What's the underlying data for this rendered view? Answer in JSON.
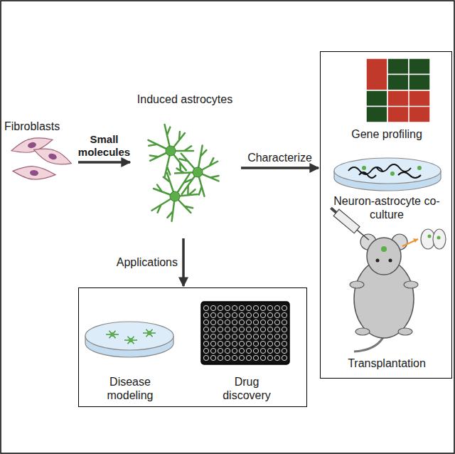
{
  "diagram": {
    "nodes": [
      {
        "text": [
          "Fibroblasts"
        ]
      },
      {
        "text": [
          "Induced astrocytes"
        ]
      },
      {
        "text": [
          "Gene profiling",
          "Neuron-astrocyte co-culture",
          "Transplantation"
        ]
      },
      {
        "text": [
          "Disease modeling",
          "Drug discovery"
        ]
      }
    ],
    "edges": [
      {
        "from": 0,
        "to": 1,
        "label": "Small molecules",
        "arrow": "to"
      },
      {
        "from": 1,
        "to": 2,
        "label": "Characterize",
        "arrow": "to"
      },
      {
        "from": 1,
        "to": 3,
        "label": "Applications",
        "arrow": "to"
      }
    ]
  }
}
